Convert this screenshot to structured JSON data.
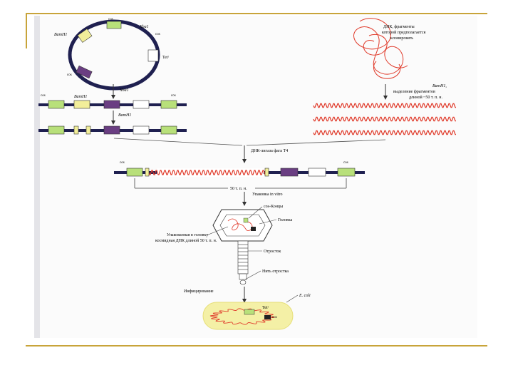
{
  "plasmid": {
    "bamh1": "BamH1",
    "xba1": "Xba1",
    "cos_top": "cos",
    "cos_right": "cos",
    "cos_left": "cos",
    "tet": "Tetʳ"
  },
  "steps": {
    "xba1_cut": "Xba1",
    "bamh1_cut": "BamH1"
  },
  "linear1": {
    "cos_left": "cos",
    "bamh1": "BamH1",
    "cos_right": "cos"
  },
  "dna_source": {
    "caption_line1": "ДНК, фрагменты",
    "caption_line2": "которой предполагается",
    "caption_line3": "клонировать"
  },
  "fragments": {
    "line1": "BamH1,",
    "line2": "выделение фрагментов",
    "line3": "длиной ~50 т. п. н."
  },
  "ligase": {
    "label": "ДНК-лигаза фага Т4"
  },
  "recombinant": {
    "cos_left": "cos",
    "cos_right": "cos",
    "size_label": "50 т. п. н."
  },
  "packaging": {
    "arrow_label": "Упаковка in vitro",
    "cos_ends": "cos-Концы",
    "head": "Головка",
    "desc_line1": "Упакованная в головку",
    "desc_line2": "космидная ДНК длиной 50 т. п. н.",
    "tail": "Отросток",
    "tail_fibers": "Нить отростка"
  },
  "infection": {
    "label": "Инфицирование",
    "ecoli": "E. coli",
    "tet": "Tetʳ",
    "cos": "cos"
  },
  "colors": {
    "gold": "#c8a43a",
    "dna": "#1f2050",
    "insert": "#e03a2a",
    "green": "#b8e07a",
    "yellow": "#f2ee9a",
    "purple": "#6a3e82",
    "cell": "#f4f0a6"
  }
}
